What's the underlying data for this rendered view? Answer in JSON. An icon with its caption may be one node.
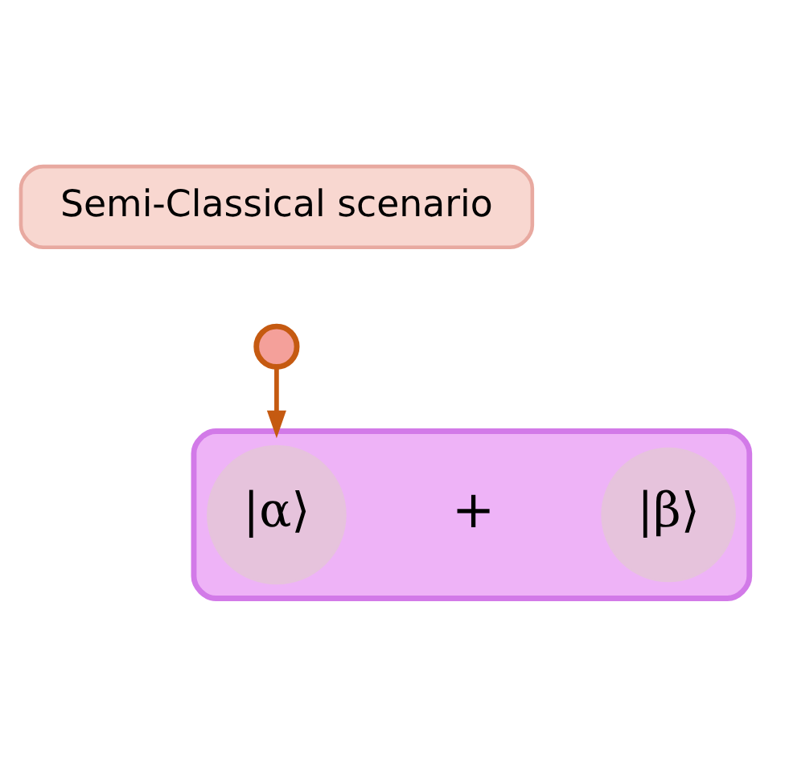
{
  "diagram": {
    "nodes": [
      {
        "text": [
          "Semi-Classical scenario"
        ]
      },
      {
        "text": [],
        "shape": "circle"
      },
      {
        "text": [],
        "shape": "cloud"
      },
      {
        "text": [
          "|α⟩"
        ],
        "in": 2
      },
      {
        "text": [
          "|β⟩"
        ],
        "in": 2
      }
    ],
    "edges": [
      {
        "from": 1,
        "to": 2,
        "arrow": "to",
        "color": "#c55a11"
      }
    ],
    "labels": [
      "+"
    ]
  }
}
